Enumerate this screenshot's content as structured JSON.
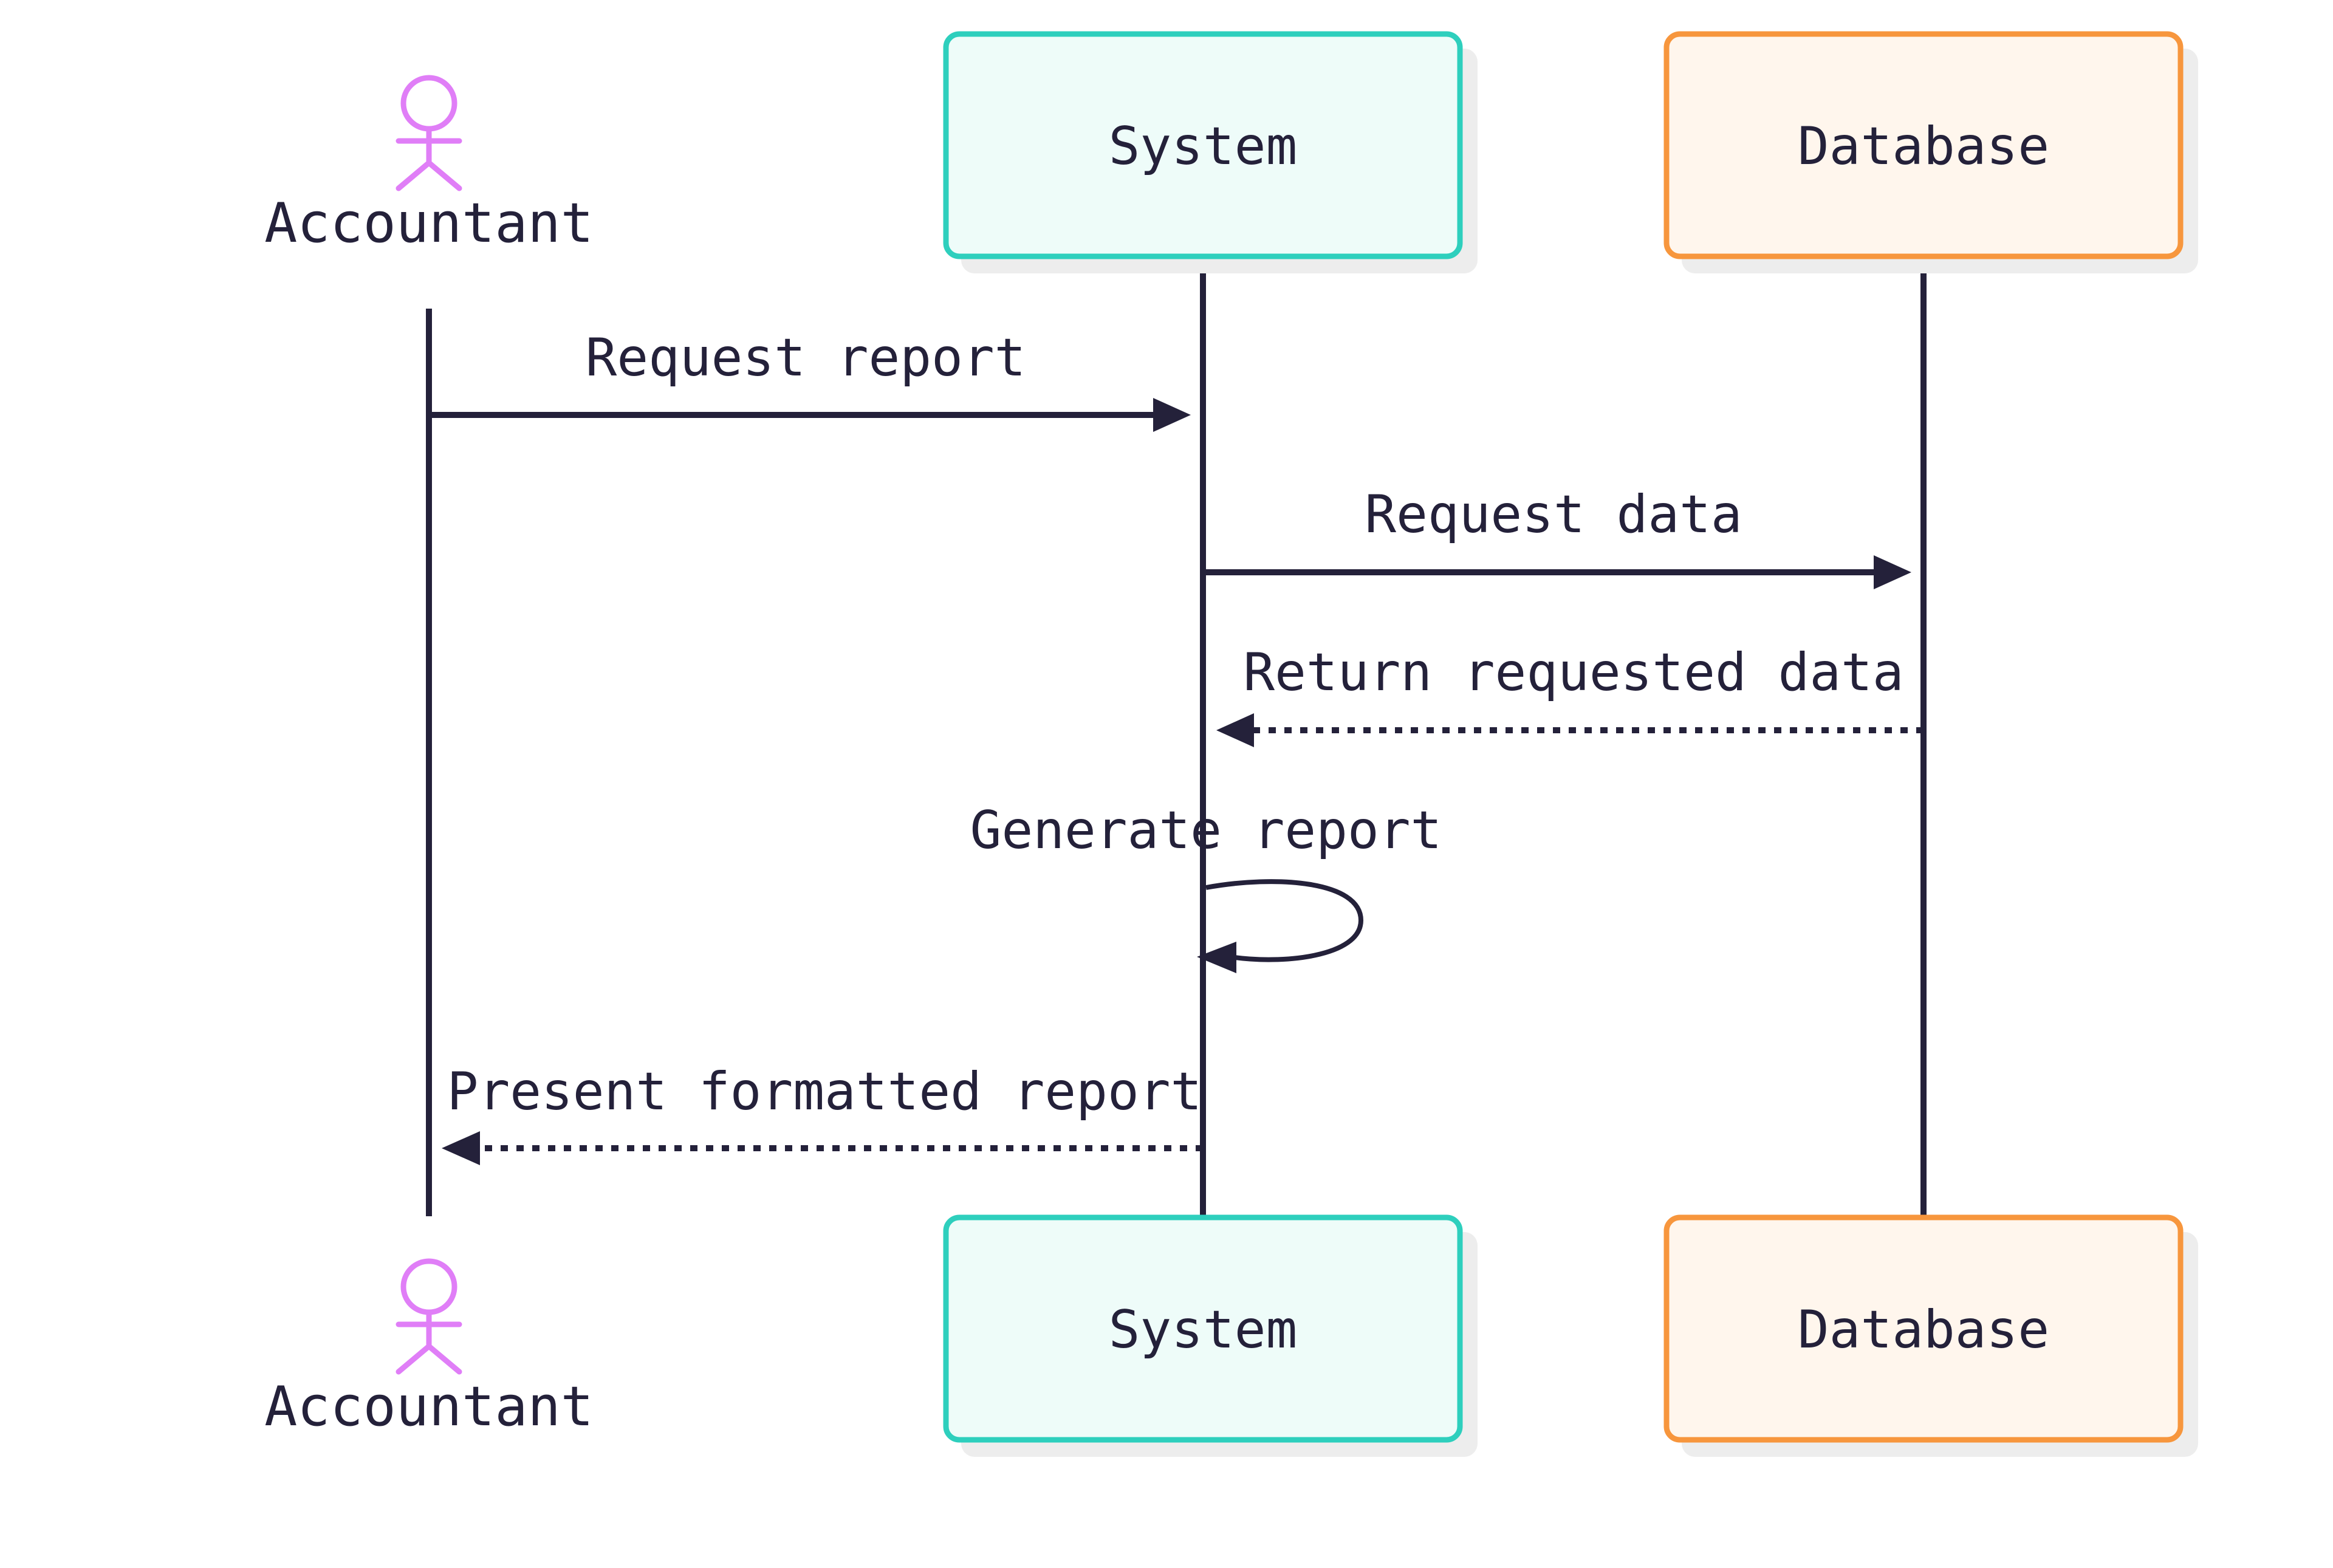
{
  "diagram": {
    "type": "sequence",
    "participants": [
      {
        "id": "accountant",
        "label": "Accountant",
        "kind": "actor",
        "color": "#e07ef7"
      },
      {
        "id": "system",
        "label": "System",
        "kind": "box",
        "border": "#2ecfbd",
        "fill": "#eefcf9"
      },
      {
        "id": "database",
        "label": "Database",
        "kind": "box",
        "border": "#f7963d",
        "fill": "#fff6ed"
      }
    ],
    "messages": [
      {
        "from": "accountant",
        "to": "system",
        "label": "Request report",
        "style": "solid"
      },
      {
        "from": "system",
        "to": "database",
        "label": "Request data",
        "style": "solid"
      },
      {
        "from": "database",
        "to": "system",
        "label": "Return requested data",
        "style": "dotted"
      },
      {
        "from": "system",
        "to": "system",
        "label": "Generate report",
        "style": "solid"
      },
      {
        "from": "system",
        "to": "accountant",
        "label": "Present formatted report",
        "style": "dotted"
      }
    ],
    "line_color": "#24213a",
    "shadow_color": "#ededed"
  }
}
